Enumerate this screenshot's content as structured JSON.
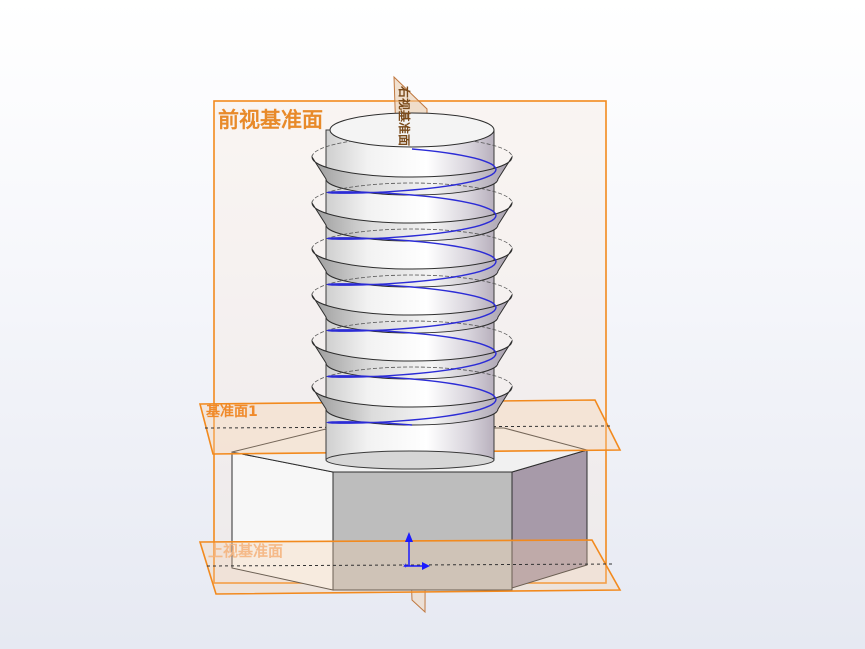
{
  "viewport": {
    "background_top": "#ffffff",
    "background_bottom": "#e6e9f2"
  },
  "planes": {
    "front_plane_label": "前视基准面",
    "right_plane_label": "右视基准面",
    "plane1_label": "基准面1",
    "top_plane_label": "上视基准面"
  },
  "colors": {
    "plane_edge": "#f28a1e",
    "plane_fill": "#f7b36a",
    "helix": "#2b2bd6",
    "hex_front": "#bfbfbf",
    "hex_right": "#a79aa9",
    "hex_left": "#f7f7f7",
    "origin_arrow": "#1a1aff"
  },
  "model": {
    "thread_turns": 6,
    "helix_icon": "helix-curve-icon",
    "origin_icon": "origin-triad-icon"
  }
}
